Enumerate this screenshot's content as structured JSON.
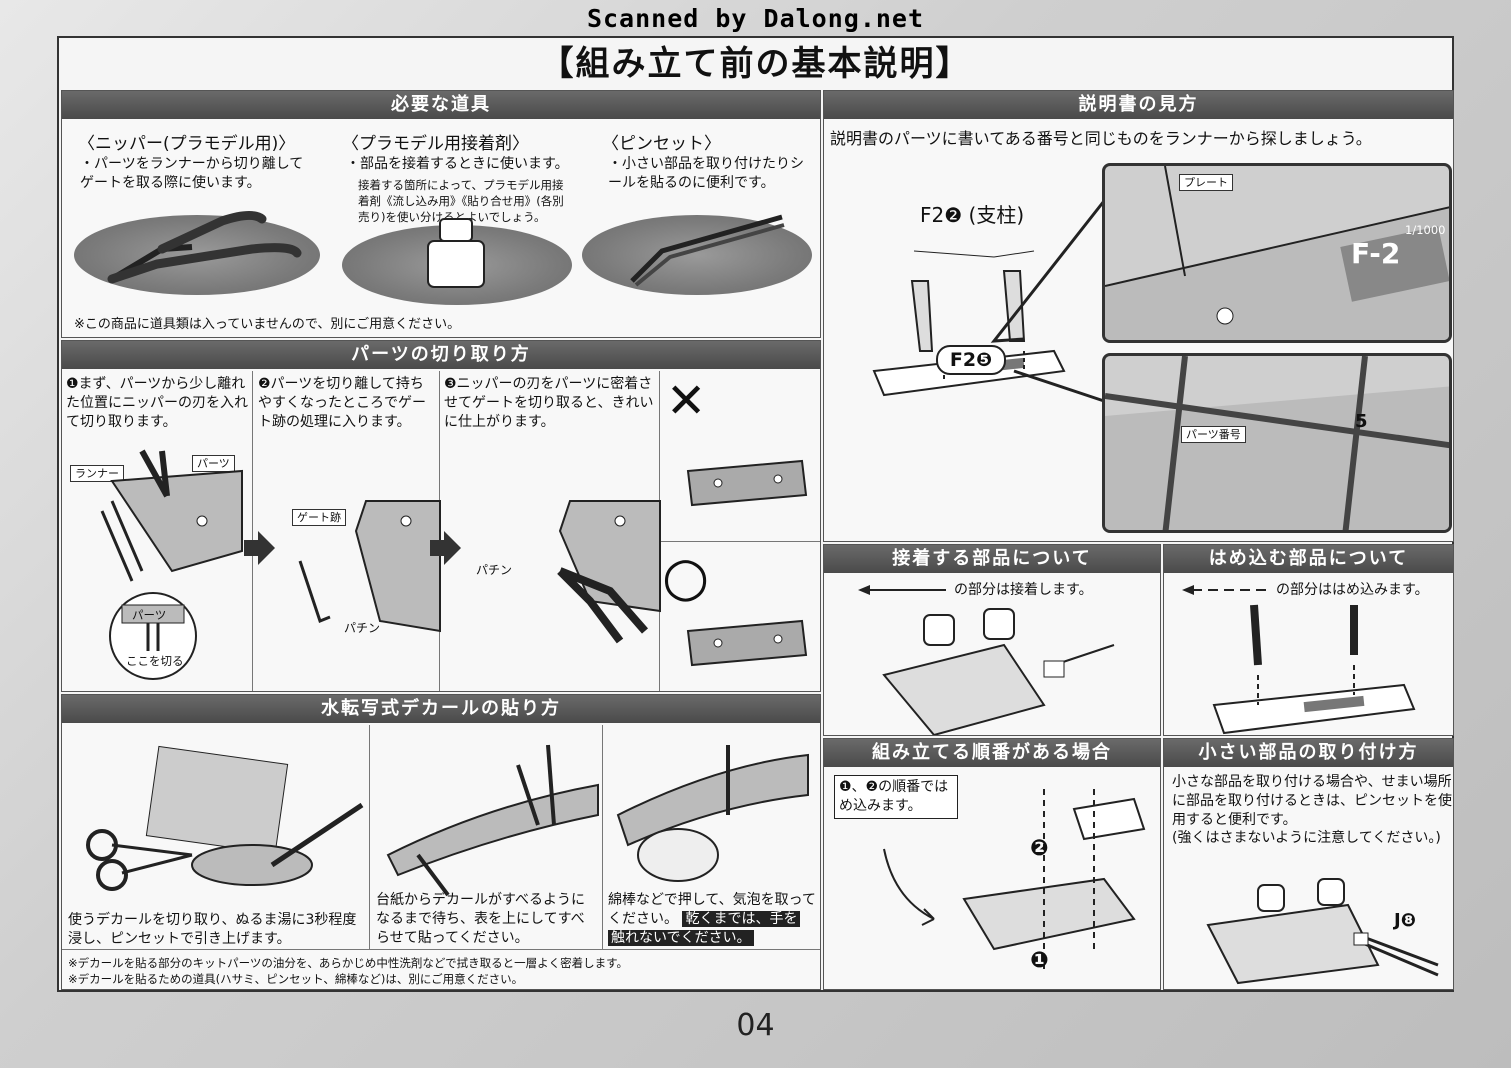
{
  "scan_credit": "Scanned by Dalong.net",
  "main_title": "【組み立て前の基本説明】",
  "page_number": "04",
  "tools": {
    "title": "必要な道具",
    "nipper": {
      "heading": "〈ニッパー(プラモデル用)〉",
      "desc": "・パーツをランナーから切り離してゲートを取る際に使います。"
    },
    "cement": {
      "heading": "〈プラモデル用接着剤〉",
      "desc": "・部品を接着するときに使います。",
      "note": "接着する箇所によって、プラモデル用接着剤《流し込み用》《貼り合せ用》(各別売り)を使い分けるとよいでしょう。"
    },
    "tweezers": {
      "heading": "〈ピンセット〉",
      "desc": "・小さい部品を取り付けたりシールを貼るのに便利です。"
    },
    "notice": "※この商品に道具類は入っていませんので、別にご用意ください。"
  },
  "cutting": {
    "title": "パーツの切り取り方",
    "step1": "❶まず、パーツから少し離れた位置にニッパーの刃を入れて切り取ります。",
    "step2": "❷パーツを切り離して持ちやすくなったところでゲート跡の処理に入ります。",
    "step3": "❸ニッパーの刃をパーツに密着させてゲートを切り取ると、きれいに仕上がります。",
    "label_runner": "ランナー",
    "label_parts": "パーツ",
    "label_parts2": "パーツ",
    "label_cut_here": "ここを切る",
    "label_gate": "ゲート跡",
    "sfx1": "パチン",
    "sfx2": "パチン",
    "mark_bad": "✕",
    "mark_good": "○"
  },
  "decal": {
    "title": "水転写式デカールの貼り方",
    "step1": "使うデカールを切り取り、ぬるま湯に3秒程度浸し、ピンセットで引き上げます。",
    "step2": "台紙からデカールがすべるようになるまで待ち、表を上にしてすべらせて貼ってください。",
    "step3_a": "綿棒などで押して、気泡を取ってください。",
    "step3_hl1": "乾くまでは、手を",
    "step3_hl2": "触れないでください。",
    "note1": "※デカールを貼る部分のキットパーツの油分を、あらかじめ中性洗剤などで拭き取ると一層よく密着します。",
    "note2": "※デカールを貼るための道具(ハサミ、ピンセット、綿棒など)は、別にご用意ください。"
  },
  "manual": {
    "title": "説明書の見方",
    "desc": "説明書のパーツに書いてある番号と同じものをランナーから探しましょう。",
    "label_support": "F2❷ (支柱)",
    "label_f25": "F2❺",
    "label_plate": "プレート",
    "plate_code": "F-2",
    "plate_scale": "1/1000",
    "label_part_number": "パーツ番号",
    "part_num": "5"
  },
  "glue": {
    "title": "接着する部品について",
    "desc": "の部分は接着します。"
  },
  "fit": {
    "title": "はめ込む部品について",
    "desc": "の部分ははめ込みます。"
  },
  "order": {
    "title": "組み立てる順番がある場合",
    "callout": "❶、❷の順番ではめ込みます。",
    "num1": "❶",
    "num2": "❷"
  },
  "small_parts": {
    "title": "小さい部品の取り付け方",
    "desc": "小さな部品を取り付ける場合や、せまい場所に部品を取り付けるときは、ピンセットを使用すると便利です。",
    "note": "(強くはさまないように注意してください。)",
    "part_label": "J❽"
  }
}
